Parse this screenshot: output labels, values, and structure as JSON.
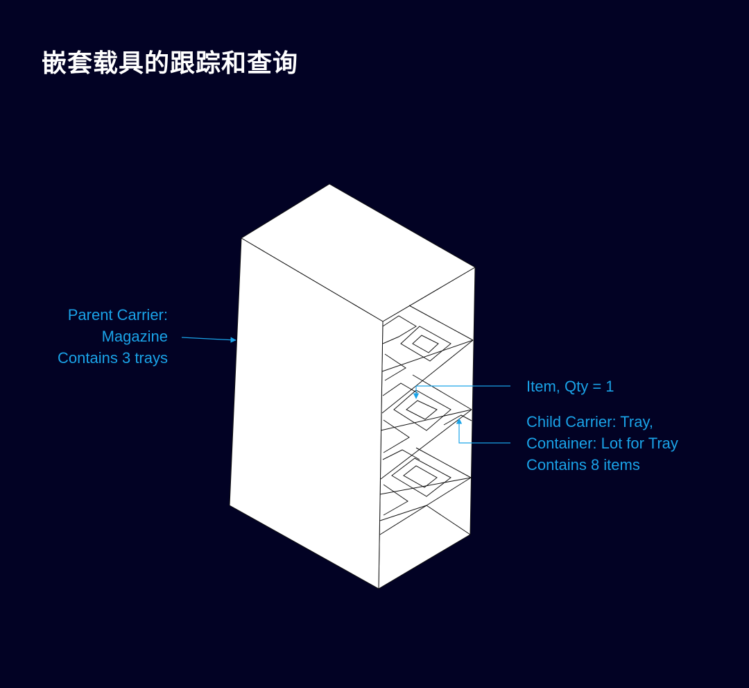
{
  "title": "嵌套载具的跟踪和查询",
  "colors": {
    "background": "#020224",
    "title": "#ffffff",
    "label": "#1aa3e8",
    "box_fill": "#ffffff",
    "box_stroke": "#111111"
  },
  "labels": {
    "parent": [
      "Parent Carrier:",
      "Magazine",
      "Contains 3 trays"
    ],
    "item": "Item, Qty = 1",
    "child": [
      "Child Carrier: Tray,",
      "Container: Lot for Tray",
      "Contains 8 items"
    ]
  }
}
